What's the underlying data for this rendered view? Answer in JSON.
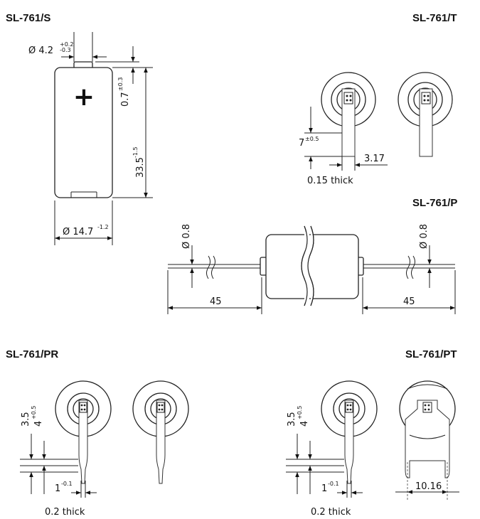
{
  "titles": {
    "s": "SL-761/S",
    "t": "SL-761/T",
    "p": "SL-761/P",
    "pr": "SL-761/PR",
    "pt": "SL-761/PT"
  },
  "s": {
    "plus": "+",
    "dia_small": "Ø 4.2",
    "dia_small_tol_upper": "+0.2",
    "dia_small_tol_lower": "-0.3",
    "cap_height": "0.7",
    "cap_height_tol": "±0.3",
    "length": "33.5",
    "length_tol": "-1.5",
    "dia_large": "Ø 14.7",
    "dia_large_tol": "-1.2"
  },
  "t": {
    "tab_height": "7",
    "tab_height_tol": "±0.5",
    "tab_width": "3.17",
    "thickness": "0.15 thick"
  },
  "p": {
    "wire_dia_left": "Ø 0.8",
    "wire_dia_right": "Ø 0.8",
    "lead_left": "45",
    "lead_right": "45"
  },
  "pr": {
    "dim_a": "3.5",
    "dim_b": "4",
    "dim_b_tol": "+0.5",
    "pin_width": "1",
    "pin_width_tol": "-0.1",
    "thickness": "0.2 thick"
  },
  "pt": {
    "dim_a": "3.5",
    "dim_b": "4",
    "dim_b_tol": "+0.5",
    "pin_width": "1",
    "pin_width_tol": "-0.1",
    "pin_spacing": "10.16",
    "thickness": "0.2 thick"
  }
}
